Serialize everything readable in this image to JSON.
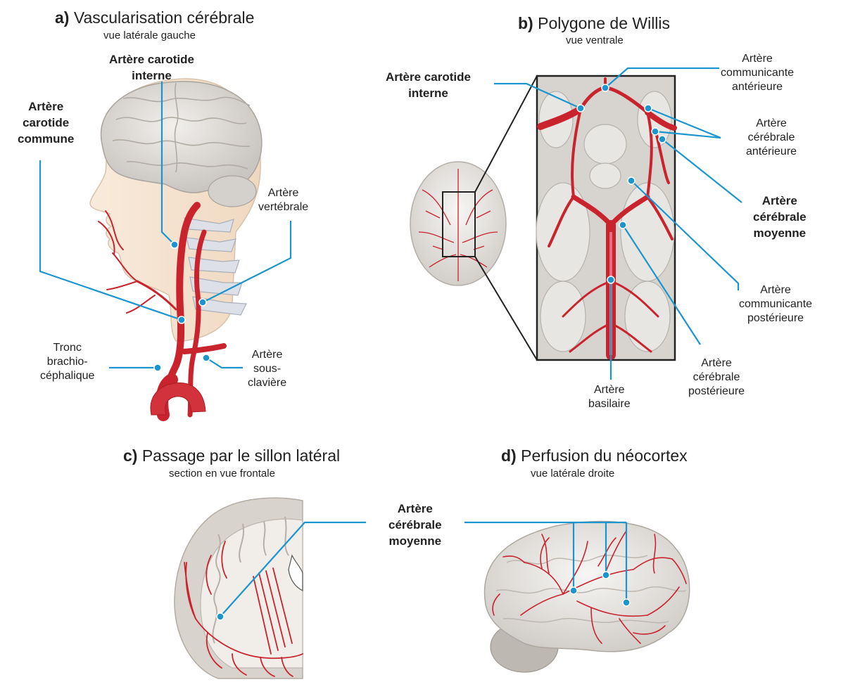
{
  "colors": {
    "leader": "#1b95cf",
    "artery": "#c9242d",
    "artery_light": "#e8707a",
    "brain": "#e6e3df",
    "brain_shadow": "#bdb8b2",
    "skin": "#f6e3cf",
    "bone": "#d9dde4"
  },
  "panels": {
    "a": {
      "letter": "a)",
      "title": "Vascularisation cérébrale",
      "subtitle": "vue latérale gauche"
    },
    "b": {
      "letter": "b)",
      "title": "Polygone de Willis",
      "subtitle": "vue ventrale"
    },
    "c": {
      "letter": "c)",
      "title": "Passage par le sillon latéral",
      "subtitle": "section en vue frontale"
    },
    "d": {
      "letter": "d)",
      "title": "Perfusion du néocortex",
      "subtitle": "vue latérale droite"
    }
  },
  "labels": {
    "a_carotide_interne": [
      "Artère carotide",
      "interne"
    ],
    "a_carotide_commune": [
      "Artère",
      "carotide",
      "commune"
    ],
    "a_vertebrale": [
      "Artère",
      "vertébrale"
    ],
    "a_tronc": [
      "Tronc",
      "brachio-",
      "céphalique"
    ],
    "a_sousclaviere": [
      "Artère",
      "sous-",
      "clavière"
    ],
    "b_carotide_interne": [
      "Artère carotide",
      "interne"
    ],
    "b_comm_ant": [
      "Artère",
      "communicante",
      "antérieure"
    ],
    "b_cer_ant": [
      "Artère",
      "cérébrale",
      "antérieure"
    ],
    "b_cer_moy": [
      "Artère",
      "cérébrale",
      "moyenne"
    ],
    "b_comm_post": [
      "Artère",
      "communicante",
      "postérieure"
    ],
    "b_cer_post": [
      "Artère",
      "cérébrale",
      "postérieure"
    ],
    "b_basilaire": [
      "Artère",
      "basilaire"
    ],
    "cd_cer_moy": [
      "Artère",
      "cérébrale",
      "moyenne"
    ]
  }
}
